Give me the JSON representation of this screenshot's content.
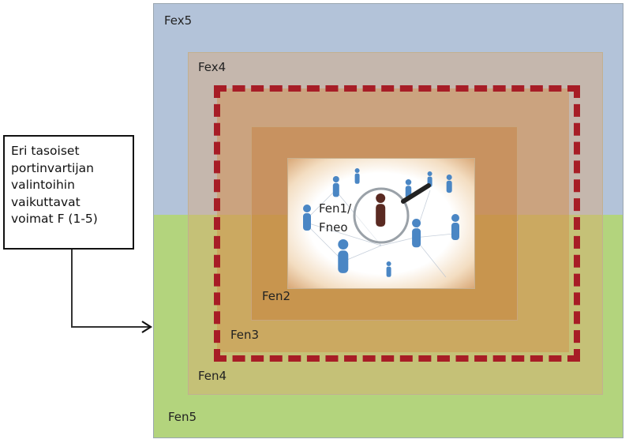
{
  "labels": {
    "fex5": "Fex5",
    "fex4": "Fex4",
    "fen1": "Fen1/",
    "fneo": "Fneo",
    "fen2": "Fen2",
    "fen3": "Fen3",
    "fen4": "Fen4",
    "fen5": "Fen5"
  },
  "note": {
    "lines": [
      "Eri tasoiset",
      "portinvartijan",
      "valintoihin",
      "vaikuttavat",
      "voimat F (1-5)"
    ]
  },
  "colors": {
    "top_region": "#b3c3d9",
    "bottom_region": "#b3d47d",
    "dashed_border": "#a71d26",
    "person_blue": "#4a86c4",
    "person_highlight": "#5a2a22"
  },
  "photo": {
    "icon": "people-network-magnifier-image"
  }
}
